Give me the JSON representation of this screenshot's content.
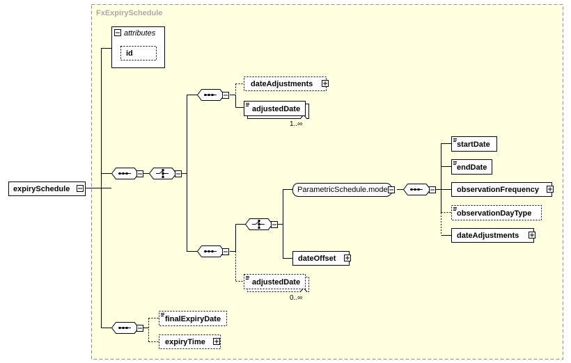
{
  "diagram": {
    "complex_type_name": "FxExpirySchedule",
    "root": "expirySchedule",
    "attributes": {
      "title": "attributes",
      "items": [
        "id"
      ]
    },
    "elements": {
      "date_adjustments_top": "dateAdjustments",
      "adjusted_date_top": "adjustedDate",
      "adjusted_date_top_cardinality": "1..∞",
      "parametric_group": "ParametricSchedule.model",
      "start_date": "startDate",
      "end_date": "endDate",
      "observation_frequency": "observationFrequency",
      "observation_day_type": "observationDayType",
      "date_adjustments_inner": "dateAdjustments",
      "date_offset": "dateOffset",
      "adjusted_date_bottom": "adjustedDate",
      "adjusted_date_bottom_cardinality": "0..∞",
      "final_expiry_date": "finalExpiryDate",
      "expiry_time": "expiryTime"
    },
    "colors": {
      "background": "#ffffe1",
      "border": "#8c8c8c",
      "title": "#a9a9a9",
      "shadow": "#c8c8c8"
    }
  }
}
